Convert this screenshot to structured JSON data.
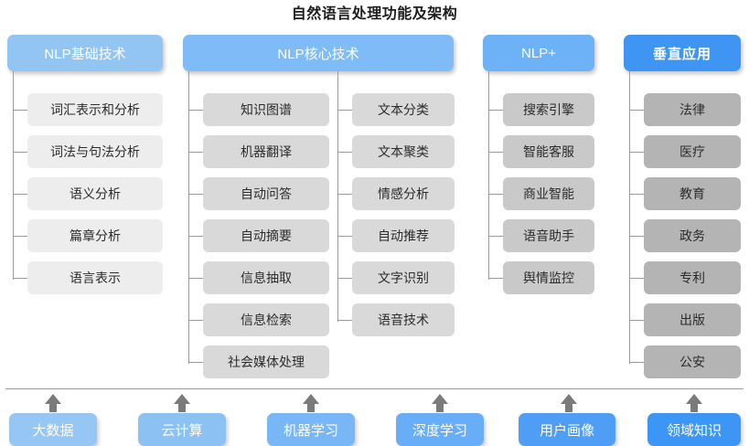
{
  "title": "自然语言处理功能及架构",
  "columns": [
    {
      "id": "nlp-basic",
      "header": "NLP基础技术",
      "items": [
        "词汇表示和分析",
        "词法与句法分析",
        "语义分析",
        "篇章分析",
        "语言表示"
      ]
    },
    {
      "id": "nlp-core",
      "header": "NLP核心技术",
      "items_left": [
        "知识图谱",
        "机器翻译",
        "自动问答",
        "自动摘要",
        "信息抽取",
        "信息检索",
        "社会媒体处理"
      ],
      "items_right": [
        "文本分类",
        "文本聚类",
        "情感分析",
        "自动推荐",
        "文字识别",
        "语音技术"
      ]
    },
    {
      "id": "nlp-plus",
      "header": "NLP+",
      "items": [
        "搜索引擎",
        "智能客服",
        "商业智能",
        "语音助手",
        "舆情监控"
      ]
    },
    {
      "id": "vertical-app",
      "header": "垂直应用",
      "items": [
        "法律",
        "医疗",
        "教育",
        "政务",
        "专利",
        "出版",
        "公安"
      ]
    }
  ],
  "foundation": {
    "items": [
      "大数据",
      "云计算",
      "机器学习",
      "深度学习",
      "用户画像",
      "领域知识"
    ]
  },
  "watermark": "",
  "colors": {
    "header_basic": "#93c5f2",
    "header_core": "#7fbcf7",
    "header_plus": "#6db2f7",
    "header_vertical": "#3f95f2",
    "item_basic": "#ededed",
    "item_core": "#d9d9d9",
    "item_plus": "#c9c9c9",
    "item_vertical": "#b4b4b4",
    "line": "#9a9a9a",
    "arrow": "#7a7a7a",
    "title": "#1d1d1d"
  }
}
